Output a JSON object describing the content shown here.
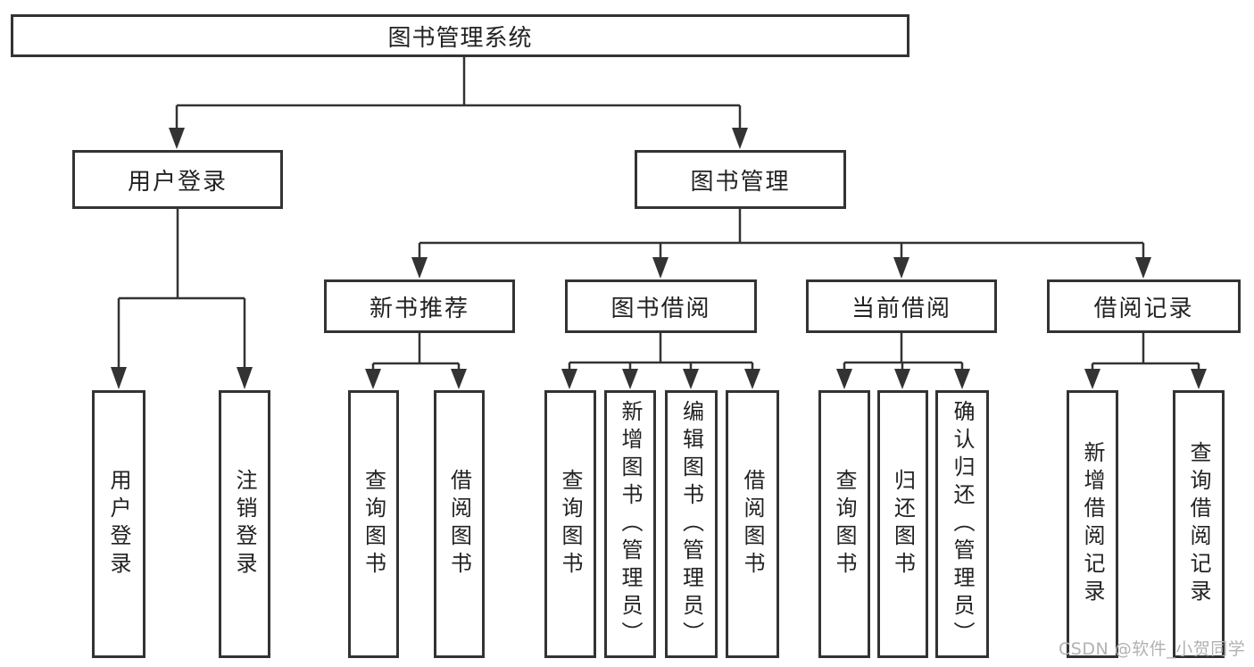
{
  "colors": {
    "line": "#333333",
    "box_border": "#333333",
    "box_background": "#ffffff",
    "text": "#222222",
    "watermark_text": "#b2b2b2"
  },
  "tree": {
    "label": "图书管理系统",
    "children": [
      {
        "label": "用户登录",
        "children": [
          {
            "label": "用户登录"
          },
          {
            "label": "注销登录"
          }
        ]
      },
      {
        "label": "图书管理",
        "children": [
          {
            "label": "新书推荐",
            "children": [
              {
                "label": "查询图书"
              },
              {
                "label": "借阅图书"
              }
            ]
          },
          {
            "label": "图书借阅",
            "children": [
              {
                "label": "查询图书"
              },
              {
                "label": "新增图书（管理员）"
              },
              {
                "label": "编辑图书（管理员）"
              },
              {
                "label": "借阅图书"
              }
            ]
          },
          {
            "label": "当前借阅",
            "children": [
              {
                "label": "查询图书"
              },
              {
                "label": "归还图书"
              },
              {
                "label": "确认归还（管理员）"
              }
            ]
          },
          {
            "label": "借阅记录",
            "children": [
              {
                "label": "新增借阅记录"
              },
              {
                "label": "查询借阅记录"
              }
            ]
          }
        ]
      }
    ]
  },
  "watermark": "CSDN @软件_小贺同学"
}
